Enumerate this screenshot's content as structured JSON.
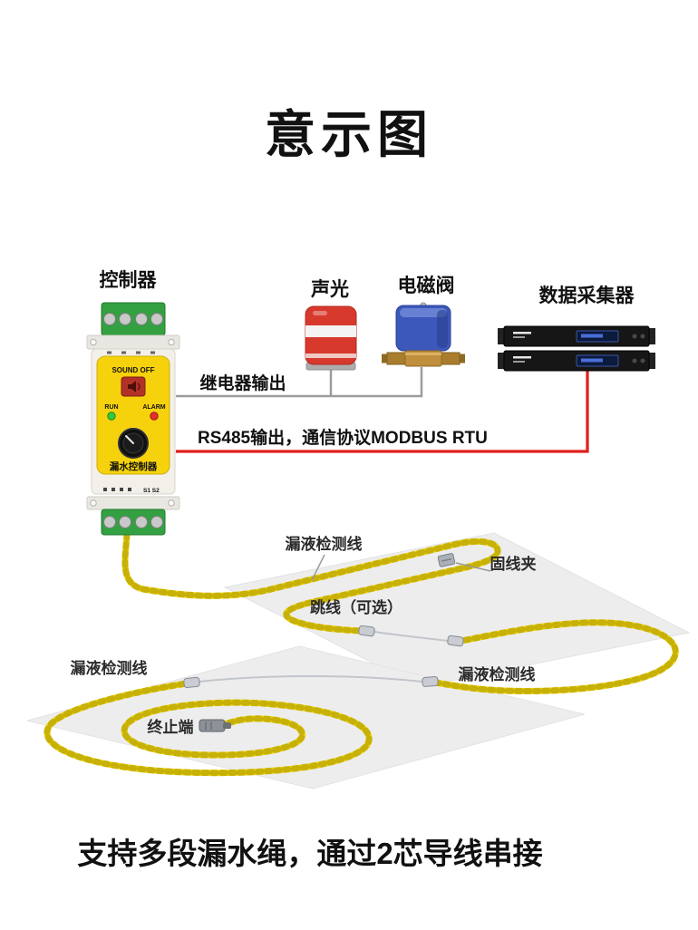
{
  "page": {
    "title": "意示图",
    "caption": "支持多段漏水绳，通过2芯导线串接"
  },
  "devices": {
    "controller": {
      "label": "控制器",
      "sound_off": "SOUND OFF",
      "run": "RUN",
      "alarm": "ALARM",
      "name": "漏水控制器",
      "terminal_text": "S1 S2"
    },
    "strobe": {
      "label": "声光"
    },
    "valve": {
      "label": "电磁阀"
    },
    "collector": {
      "label": "数据采集器"
    }
  },
  "connections": {
    "relay_label": "继电器输出",
    "rs485_label": "RS485输出，通信协议MODBUS RTU"
  },
  "floor": {
    "detect_top": "漏液检测线",
    "clamp": "固线夹",
    "jumper": "跳线（可选）",
    "detect_left": "漏液检测线",
    "detect_right": "漏液检测线",
    "terminator": "终止端"
  },
  "colors": {
    "rope": "#eed60b",
    "rope_shadow": "#8f7a00",
    "rs485_line": "#e21d1d",
    "relay_line": "#9c9c9c",
    "controller_panel": "#f6d20d",
    "strobe_red": "#d8392d",
    "valve_blue": "#3d58bb",
    "brass": "#bf8f3e",
    "floor_panel": "#ededed"
  }
}
